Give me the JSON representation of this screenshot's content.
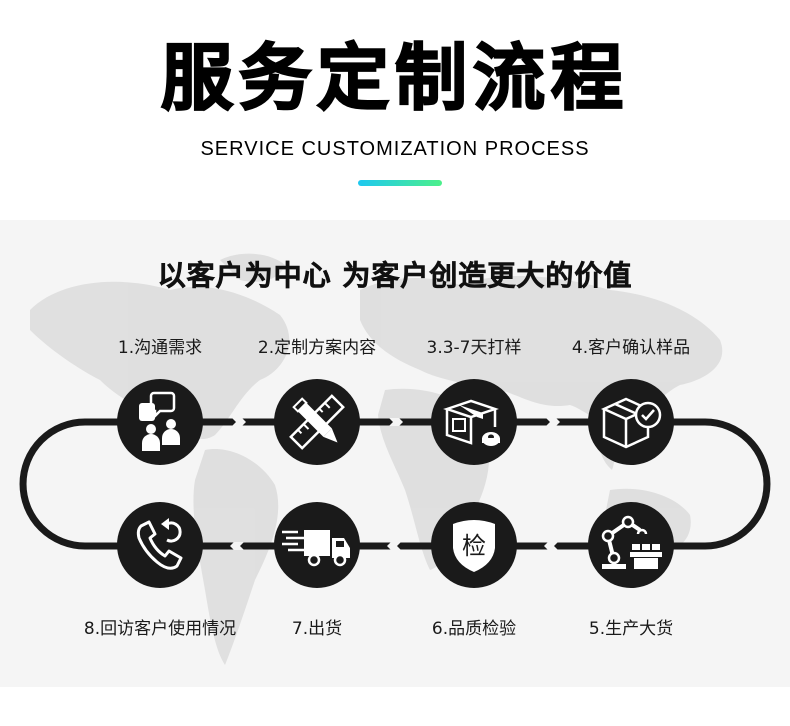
{
  "header": {
    "title": "服务定制流程",
    "subtitle": "SERVICE CUSTOMIZATION PROCESS",
    "accent_gradient": [
      "#1ec8f0",
      "#4cf08a"
    ]
  },
  "panel": {
    "slogan": "以客户为中心  为客户创造更大的价值",
    "background": "#f5f5f5",
    "track_color": "#1a1a1a"
  },
  "steps": [
    {
      "label": "1.沟通需求",
      "icon": "chat-people-icon"
    },
    {
      "label": "2.定制方案内容",
      "icon": "pencil-ruler-icon"
    },
    {
      "label": "3.3-7天打样",
      "icon": "package-tape-icon"
    },
    {
      "label": "4.客户确认样品",
      "icon": "box-check-icon"
    },
    {
      "label": "5.生产大货",
      "icon": "robot-arm-icon"
    },
    {
      "label": "6.品质检验",
      "icon": "inspection-shield-icon",
      "glyph": "检"
    },
    {
      "label": "7.出货",
      "icon": "delivery-truck-icon"
    },
    {
      "label": "8.回访客户使用情况",
      "icon": "phone-callback-icon"
    }
  ]
}
